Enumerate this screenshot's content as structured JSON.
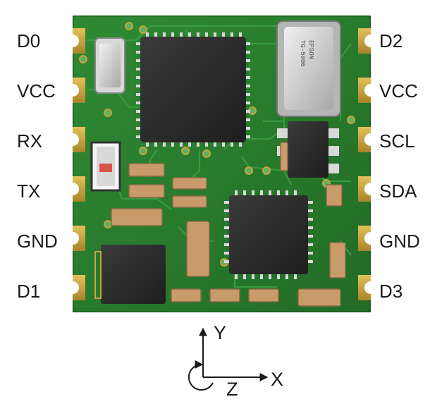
{
  "pins": {
    "left": [
      "D0",
      "VCC",
      "RX",
      "TX",
      "GND",
      "D1"
    ],
    "right": [
      "D2",
      "VCC",
      "SCL",
      "SDA",
      "GND",
      "D3"
    ]
  },
  "axes": {
    "y": "Y",
    "x": "X",
    "z": "Z"
  },
  "colors": {
    "pcb": "#2c7a2e",
    "pcb_edge": "#1f5e22",
    "pad": "#c9a33c",
    "chip": "#2a2a2a",
    "crystal": "#c9c9c9"
  }
}
